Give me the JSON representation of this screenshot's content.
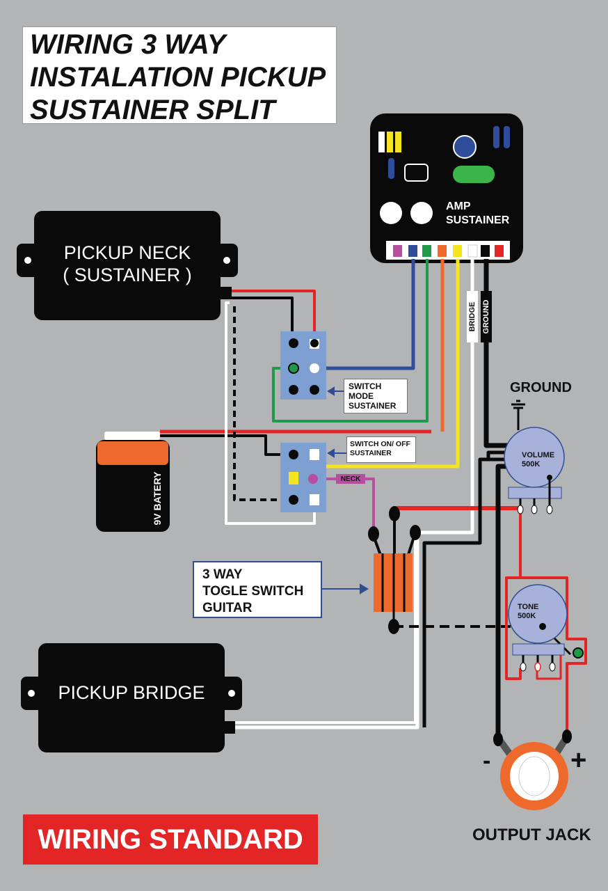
{
  "title": {
    "line1": "WIRING 3 WAY",
    "line2": "INSTALATION PICKUP",
    "line3": "SUSTAINER SPLIT"
  },
  "amp": {
    "line1": "AMP",
    "line2": "SUSTAINER"
  },
  "pickup_neck": {
    "line1": "PICKUP NECK",
    "line2": "( SUSTAINER )"
  },
  "pickup_bridge": {
    "label": "PICKUP BRIDGE"
  },
  "battery": {
    "label": "9V BATERY"
  },
  "switch_mode": {
    "line1": "SWITCH",
    "line2": "MODE",
    "line3": "SUSTAINER"
  },
  "switch_onoff": {
    "line1": "SWITCH ON/ OFF",
    "line2": "SUSTAINER"
  },
  "neck_tag": "NECK",
  "bridge_tag": "BRIDGE",
  "ground_tag": "GROUND",
  "toggle": {
    "line1": "3 WAY",
    "line2": "TOGLE SWITCH",
    "line3": "GUITAR"
  },
  "ground_label": "GROUND",
  "volume": {
    "line1": "VOLUME",
    "line2": "500K"
  },
  "tone": {
    "line1": "TONE",
    "line2": "500K"
  },
  "jack": {
    "label": "OUTPUT JACK",
    "minus": "-",
    "plus": "+"
  },
  "footer": "WIRING STANDARD",
  "colors": {
    "background": "#b3b4b6",
    "black": "#0a0a0a",
    "red": "#e42526",
    "blue": "#2f4d9a",
    "green": "#1f9a48",
    "orange": "#ee6a2c",
    "yellow": "#f4e51e",
    "magenta": "#b84ea0",
    "switch_blue": "#7e9fd2"
  }
}
